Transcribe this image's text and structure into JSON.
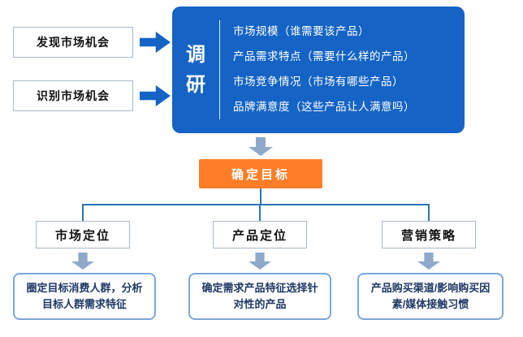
{
  "sources": [
    {
      "label": "发现市场机会"
    },
    {
      "label": "识别市场机会"
    }
  ],
  "research": {
    "title": "调研",
    "items": [
      "市场规模（谁需要该产品）",
      "产品需求特点（需要什么样的产品）",
      "市场竞争情况（市场有哪些产品）",
      "品牌满意度（这些产品让人满意吗）"
    ]
  },
  "goal": {
    "label": "确定目标"
  },
  "branches": [
    {
      "label": "市场定位",
      "detail": "圈定目标消费人群，分析目标人群需求特征"
    },
    {
      "label": "产品定位",
      "detail": "确定需求产品特征选择针对性的产品"
    },
    {
      "label": "营销策略",
      "detail": "产品购买渠道/影响购买因素/媒体接触习惯"
    }
  ],
  "colors": {
    "primary_blue": "#1563c5",
    "accent_orange": "#ff7d26",
    "arrow_gray_blue": "#8ea9c9",
    "connector_blue": "#2e74b5",
    "border_gray": "#a9b9cc",
    "border_light_blue": "#7da7d8",
    "detail_text": "#1f3864"
  }
}
